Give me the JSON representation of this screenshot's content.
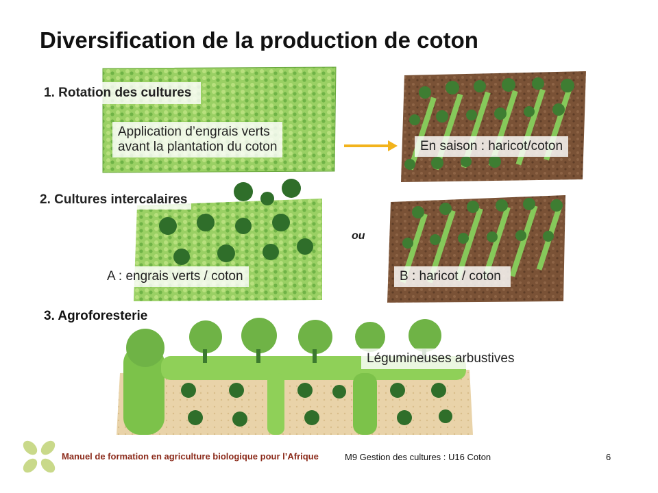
{
  "slide": {
    "title": "Diversification de la production de coton",
    "sections": {
      "rotation": {
        "heading": "1. Rotation des cultures",
        "green_manure_label_line1": "Application d’engrais verts",
        "green_manure_label_line2": "avant la plantation du coton",
        "season_label": "En saison : haricot/coton"
      },
      "intercropping": {
        "heading": "2. Cultures intercalaires",
        "option_a_label": "A : engrais verts / coton",
        "or_label": "ou",
        "option_b_label": "B : haricot / coton"
      },
      "agroforestry": {
        "heading": "3. Agroforesterie",
        "shrubs_label": "Légumineuses arbustives"
      }
    }
  },
  "footer": {
    "manual": "Manuel de formation en agriculture biologique pour l’Afrique",
    "module": "M9 Gestion des cultures : U16 Coton",
    "page_number": "6"
  },
  "colors": {
    "arrow": "#f2b31c",
    "footer_brand": "#8b2a1a",
    "logo": "#c9d98a",
    "soil": "#7a5236",
    "foliage": "#7cc24a",
    "dark_foliage": "#2f6e2a",
    "sand": "#e6cfa4"
  },
  "icons": {
    "logo": "leaf-cross-logo-icon",
    "arrow": "right-arrow-icon"
  }
}
